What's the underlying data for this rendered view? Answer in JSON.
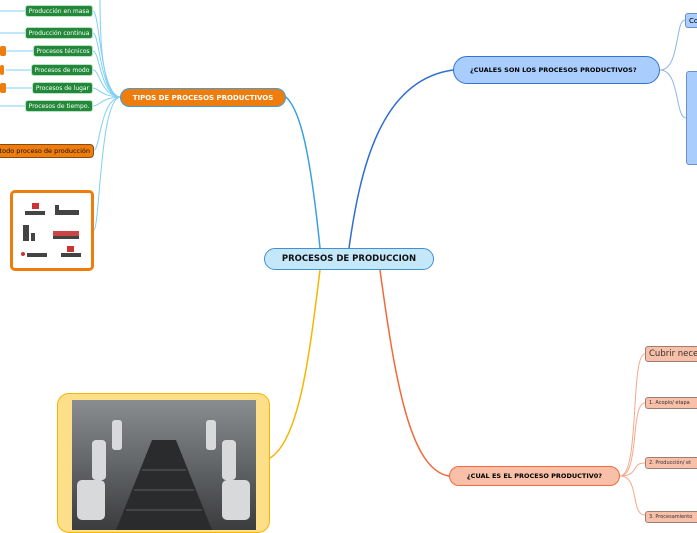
{
  "central": {
    "label": "PROCESOS DE PRODUCCION"
  },
  "tipos": {
    "label": "TIPOS DE PROCESOS PRODUCTIVOS",
    "items": [
      {
        "label": "Producción en masa"
      },
      {
        "label": "Producción continua"
      },
      {
        "label": "Procesos técnicos"
      },
      {
        "label": "Procesos de modo"
      },
      {
        "label": "Procesos de lugar"
      },
      {
        "label": "Procesos de tiempo."
      }
    ],
    "note": "todo proceso de producción"
  },
  "cuales": {
    "label": "¿CUALES SON LOS PROCESOS PRODUCTIVOS?",
    "child": "Co"
  },
  "cual": {
    "label": "¿CUAL ES EL PROCESO PRODUCTIV0?",
    "items": [
      {
        "label": "Cubrir neces"
      },
      {
        "label": "1. Acopio/ etapa"
      },
      {
        "label": "2. Producción/ et"
      },
      {
        "label": "3. Procesamiento"
      }
    ]
  },
  "colors": {
    "central": "#c4e8fa",
    "tipos": "#ef7d0e",
    "green": "#23883a",
    "cuales": "#a9cdfc",
    "cual": "#f8bfa9",
    "image_frame": "#fddf8a"
  }
}
